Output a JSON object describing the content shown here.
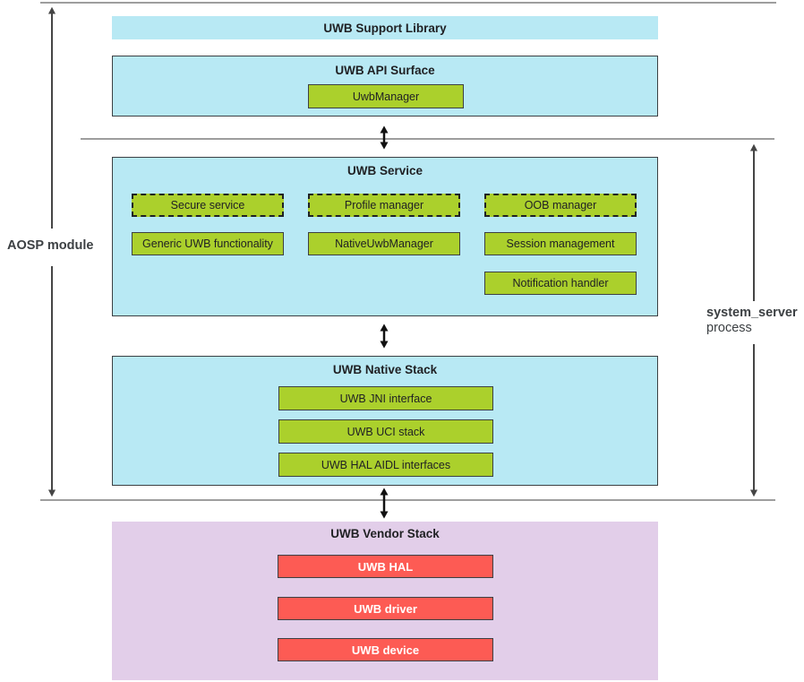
{
  "diagram": {
    "side_labels": {
      "left": "AOSP module",
      "right_line1": "system_server",
      "right_line2": "process"
    },
    "support_library": {
      "title": "UWB Support Library"
    },
    "api_surface": {
      "title": "UWB API Surface",
      "modules": [
        "UwbManager"
      ]
    },
    "service": {
      "title": "UWB Service",
      "dashed_modules": [
        "Secure service",
        "Profile manager",
        "OOB manager"
      ],
      "modules": [
        "Generic UWB functionality",
        "NativeUwbManager",
        "Session management",
        "Notification handler"
      ]
    },
    "native_stack": {
      "title": "UWB Native Stack",
      "modules": [
        "UWB JNI interface",
        "UWB UCI stack",
        "UWB HAL AIDL interfaces"
      ]
    },
    "vendor_stack": {
      "title": "UWB Vendor Stack",
      "modules": [
        "UWB HAL",
        "UWB driver",
        "UWB device"
      ]
    },
    "colors": {
      "container": "#b8e9f4",
      "module": "#abd02c",
      "vendor_container": "#e2cee9",
      "vendor_module": "#fd5b54",
      "border": "#3c4043",
      "separator": "#9e9e9e",
      "arrow": "#111111",
      "side_arrow": "#454545"
    }
  }
}
